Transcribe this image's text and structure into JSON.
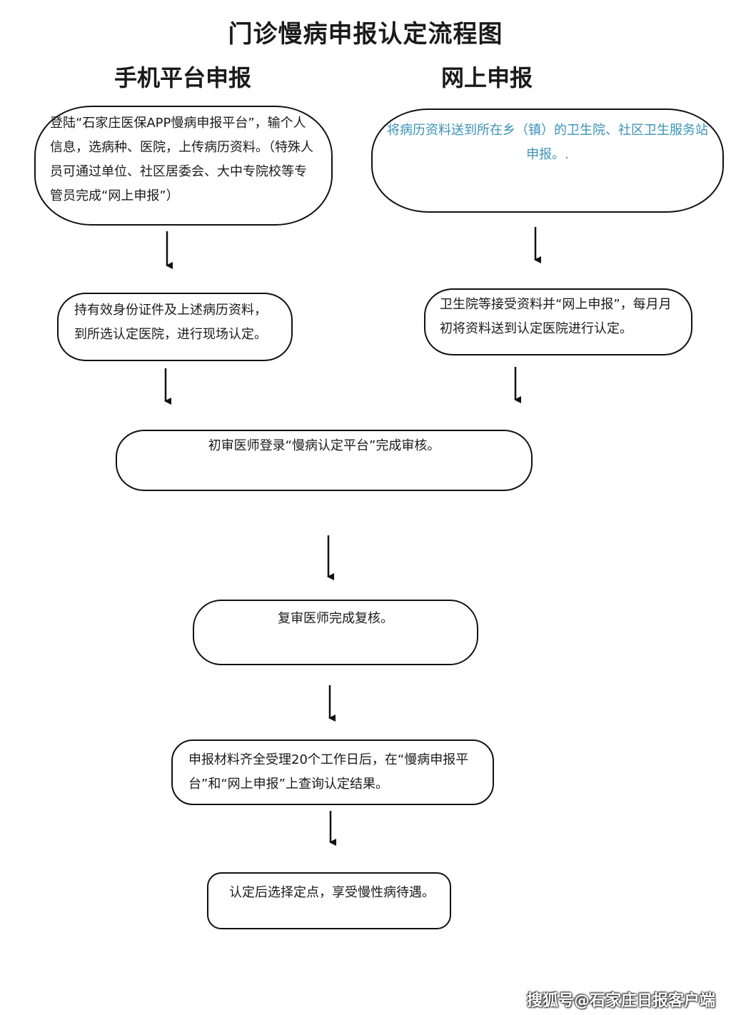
{
  "title": "门诊慢病申报认定流程图",
  "columns": {
    "left": "手机平台申报",
    "right": "网上申报"
  },
  "steps": {
    "left_1": "登陆“石家庄医保APP慢病申报平台”，输个人信息，选病种、医院，上传病历资料。（特殊人员可通过单位、社区居委会、大中专院校等专管员完成“网上申报”）",
    "right_1": "将病历资料送到所在乡（镇）的卫生院、社区卫生服务站申报。.",
    "left_2": "持有效身份证件及上述病历资料，到所选认定医院，进行现场认定。",
    "right_2": "卫生院等接受资料并“网上申报”，每月月初将资料送到认定医院进行认定。",
    "step_3": "初审医师登录“慢病认定平台”完成审核。",
    "step_4": "复审医师完成复核。",
    "step_5": "申报材料齐全受理20个工作日后，在“慢病申报平台”和“网上申报”上查询认定结果。",
    "step_6": "认定后选择定点，享受慢性病待遇。"
  },
  "colors": {
    "right_1_text": "#3a93b8",
    "line": "#111111"
  },
  "watermark": "搜狐号@石家庄日报客户端"
}
